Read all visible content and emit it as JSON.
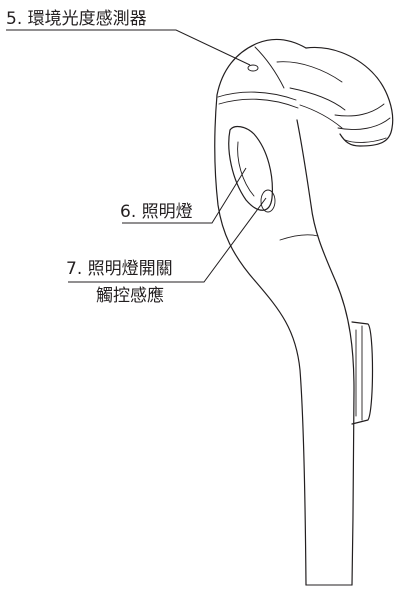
{
  "callouts": [
    {
      "number": "5.",
      "text": "環境光度感測器"
    },
    {
      "number": "6.",
      "text": "照明燈"
    },
    {
      "number": "7.",
      "text": "照明燈開關",
      "text_line2": "觸控感應"
    }
  ]
}
